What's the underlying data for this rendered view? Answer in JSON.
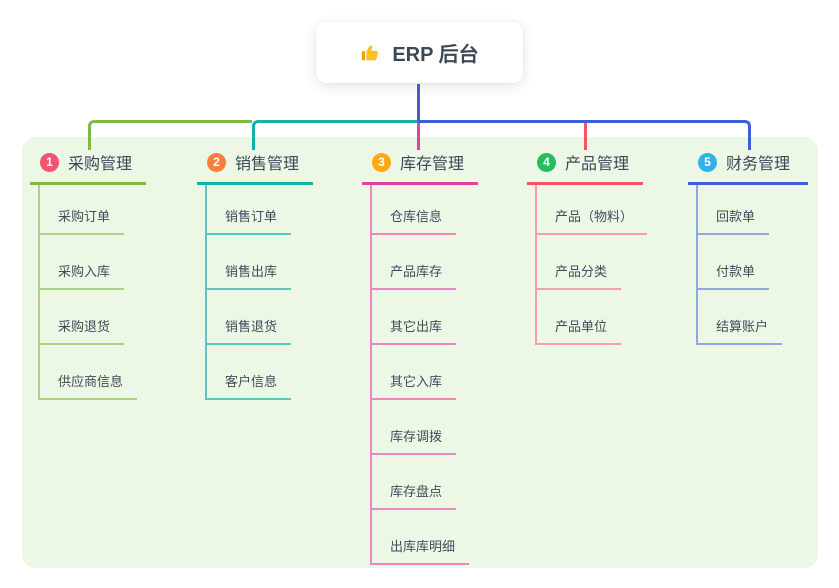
{
  "root": {
    "title": "ERP 后台",
    "icon": "thumbs-up-icon"
  },
  "palette": {
    "canvas_bg": "#ffffff",
    "panel_bg": "#edf7e6",
    "root_connector": "#4a5cd3",
    "text_dark": "#3d4756"
  },
  "branches": [
    {
      "badge": "1",
      "label": "采购管理",
      "colors": {
        "badge_bg": "#f1556d",
        "line": "#7dbb47",
        "child_line": "#a9d385"
      },
      "children": [
        "采购订单",
        "采购入库",
        "采购退货",
        "供应商信息"
      ]
    },
    {
      "badge": "2",
      "label": "销售管理",
      "colors": {
        "badge_bg": "#fb7e3c",
        "line": "#10b3a4",
        "child_line": "#5cc8bd"
      },
      "children": [
        "销售订单",
        "销售出库",
        "销售退货",
        "客户信息"
      ]
    },
    {
      "badge": "3",
      "label": "库存管理",
      "colors": {
        "badge_bg": "#ffa816",
        "line": "#e2419c",
        "child_line": "#ee86c2"
      },
      "children": [
        "仓库信息",
        "产品库存",
        "其它出库",
        "其它入库",
        "库存调拨",
        "库存盘点",
        "出库库明细"
      ]
    },
    {
      "badge": "4",
      "label": "产品管理",
      "colors": {
        "badge_bg": "#27bd5e",
        "line": "#f8565e",
        "child_line": "#faa0a5"
      },
      "children": [
        "产品（物料）",
        "产品分类",
        "产品单位"
      ]
    },
    {
      "badge": "5",
      "label": "财务管理",
      "colors": {
        "badge_bg": "#30b3e6",
        "line": "#3c5ed6",
        "child_line": "#94a7e2"
      },
      "children": [
        "回款单",
        "付款单",
        "结算账户"
      ]
    }
  ]
}
